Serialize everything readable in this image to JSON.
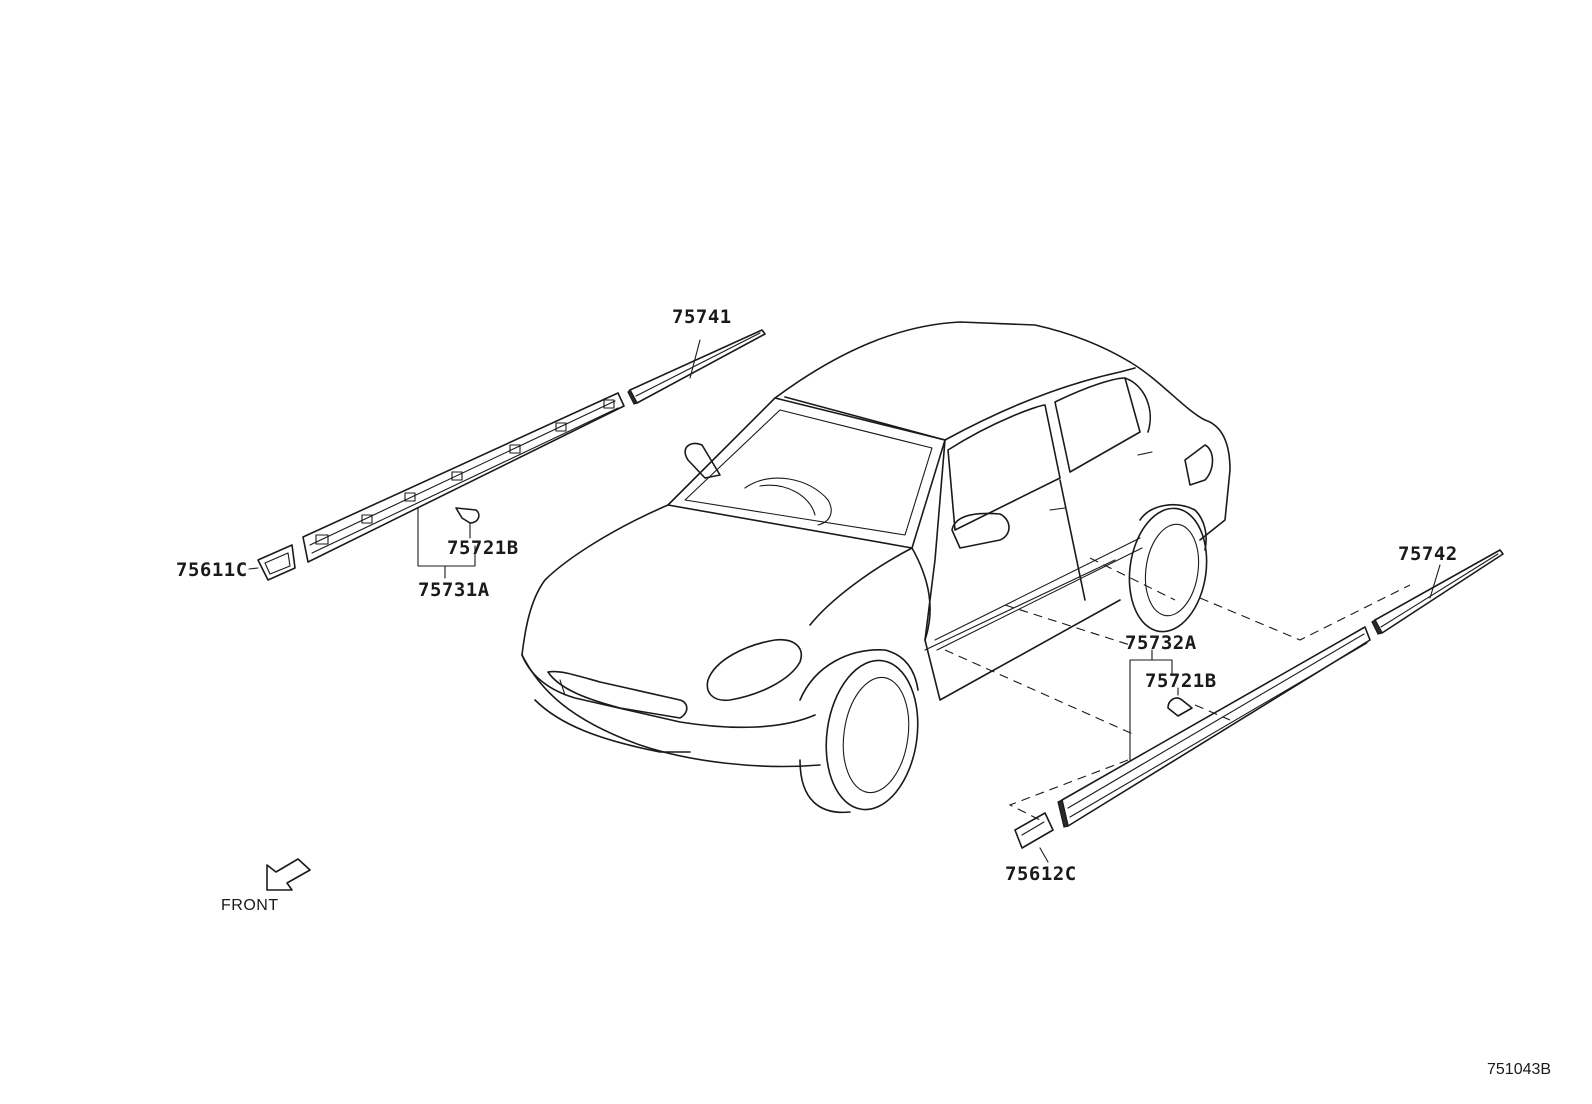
{
  "labels": {
    "p75741": "75741",
    "p75721b_left": "75721B",
    "p75731a": "75731A",
    "p75611c": "75611C",
    "p75742": "75742",
    "p75732a": "75732A",
    "p75721b_right": "75721B",
    "p75612c": "75612C"
  },
  "front_label": "FRONT",
  "diagram_code": "751043B"
}
